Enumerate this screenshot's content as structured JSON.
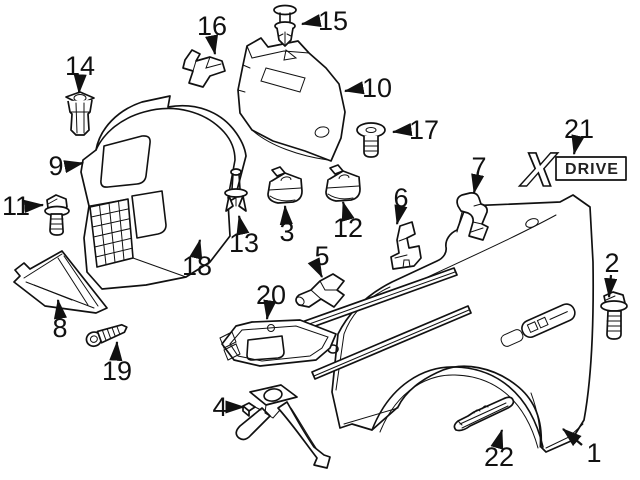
{
  "emblem": {
    "x": "X",
    "drive": "DRIVE"
  },
  "callouts": [
    {
      "number": "1"
    },
    {
      "number": "2"
    },
    {
      "number": "3"
    },
    {
      "number": "4"
    },
    {
      "number": "5"
    },
    {
      "number": "6"
    },
    {
      "number": "7"
    },
    {
      "number": "8"
    },
    {
      "number": "9"
    },
    {
      "number": "10"
    },
    {
      "number": "11"
    },
    {
      "number": "12"
    },
    {
      "number": "13"
    },
    {
      "number": "14"
    },
    {
      "number": "15"
    },
    {
      "number": "16"
    },
    {
      "number": "17"
    },
    {
      "number": "18"
    },
    {
      "number": "19"
    },
    {
      "number": "20"
    },
    {
      "number": "21"
    },
    {
      "number": "22"
    }
  ]
}
